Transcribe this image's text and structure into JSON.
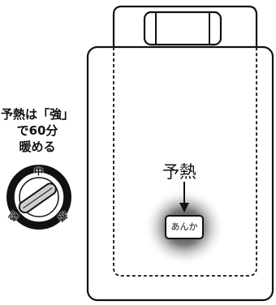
{
  "instruction": {
    "line1": "予熱は「強」",
    "line2": "で60分",
    "line3": "暖める"
  },
  "dial": {
    "label_center": "中",
    "label_low": "弱",
    "label_high": "強"
  },
  "preheat_label": "予熱",
  "warmer_label": "あんか",
  "colors": {
    "stroke": "#111111",
    "glow": "#555555",
    "background": "#ffffff"
  }
}
